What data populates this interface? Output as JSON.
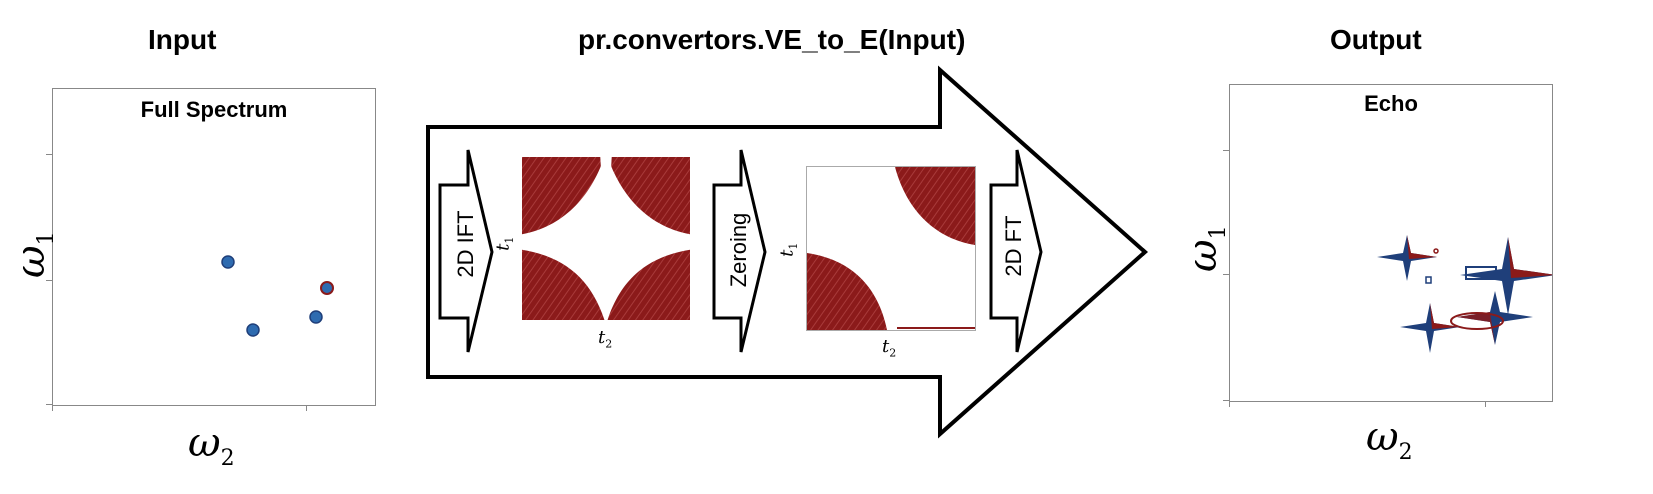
{
  "headers": {
    "input": "Input",
    "process": "pr.convertors.VE_to_E(Input)",
    "output": "Output"
  },
  "input_panel": {
    "title": "Full Spectrum",
    "xlabel": "ω",
    "xlabel_sub": "2",
    "ylabel": "ω",
    "ylabel_sub": "1"
  },
  "steps": {
    "ift": "2D IFT",
    "zeroing": "Zeroing",
    "ft": "2D FT"
  },
  "time_plots": {
    "xlabel": "t",
    "xlabel_sub": "2",
    "ylabel": "t",
    "ylabel_sub": "1"
  },
  "output_panel": {
    "title": "Echo",
    "xlabel": "ω",
    "xlabel_sub": "2",
    "ylabel": "ω",
    "ylabel_sub": "1"
  },
  "colors": {
    "red": "#8b1a1a",
    "blue": "#1f3f7a",
    "peak": "#2e6bb0"
  }
}
